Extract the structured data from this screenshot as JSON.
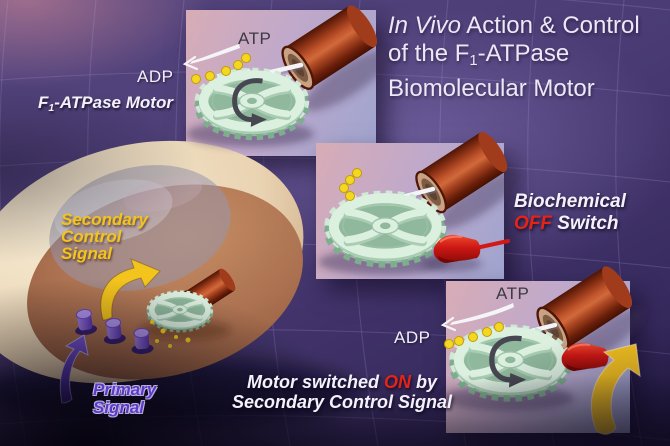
{
  "title": {
    "italic": "In Vivo",
    "rest": " Action & Control",
    "line2_pre": "of the F",
    "line2_sub": "1",
    "line2_post": "-ATPase",
    "line3": "Biomolecular Motor"
  },
  "labels": {
    "atp": "ATP",
    "adp": "ADP"
  },
  "panel_running": {
    "motor_pre": "F",
    "motor_sub": "1",
    "motor_post": "-ATPase Motor"
  },
  "panel_off": {
    "line1": "Biochemical",
    "off_word": "OFF",
    "line2_rest": " Switch"
  },
  "panel_on": {
    "pre": "Motor switched ",
    "on_word": "ON",
    "post": " by",
    "line2": "Secondary Control Signal"
  },
  "cell": {
    "secondary": {
      "l1": "Secondary",
      "l2": "Control",
      "l3": "Signal"
    },
    "primary": {
      "l1": "Primary",
      "l2": "Signal"
    }
  },
  "colors": {
    "accent_yellow": "#F3C41C",
    "accent_red": "#E62317",
    "gear_mint": "#D8EEDD",
    "cylinder_rust": "#B24A26",
    "purple_signal": "#5B3CC4",
    "background_purple": "#4A3B74",
    "panel_pink": "#D8ACB6",
    "panel_periwinkle": "#9FA4CF",
    "atp_dot_yellow": "#F2D820"
  }
}
